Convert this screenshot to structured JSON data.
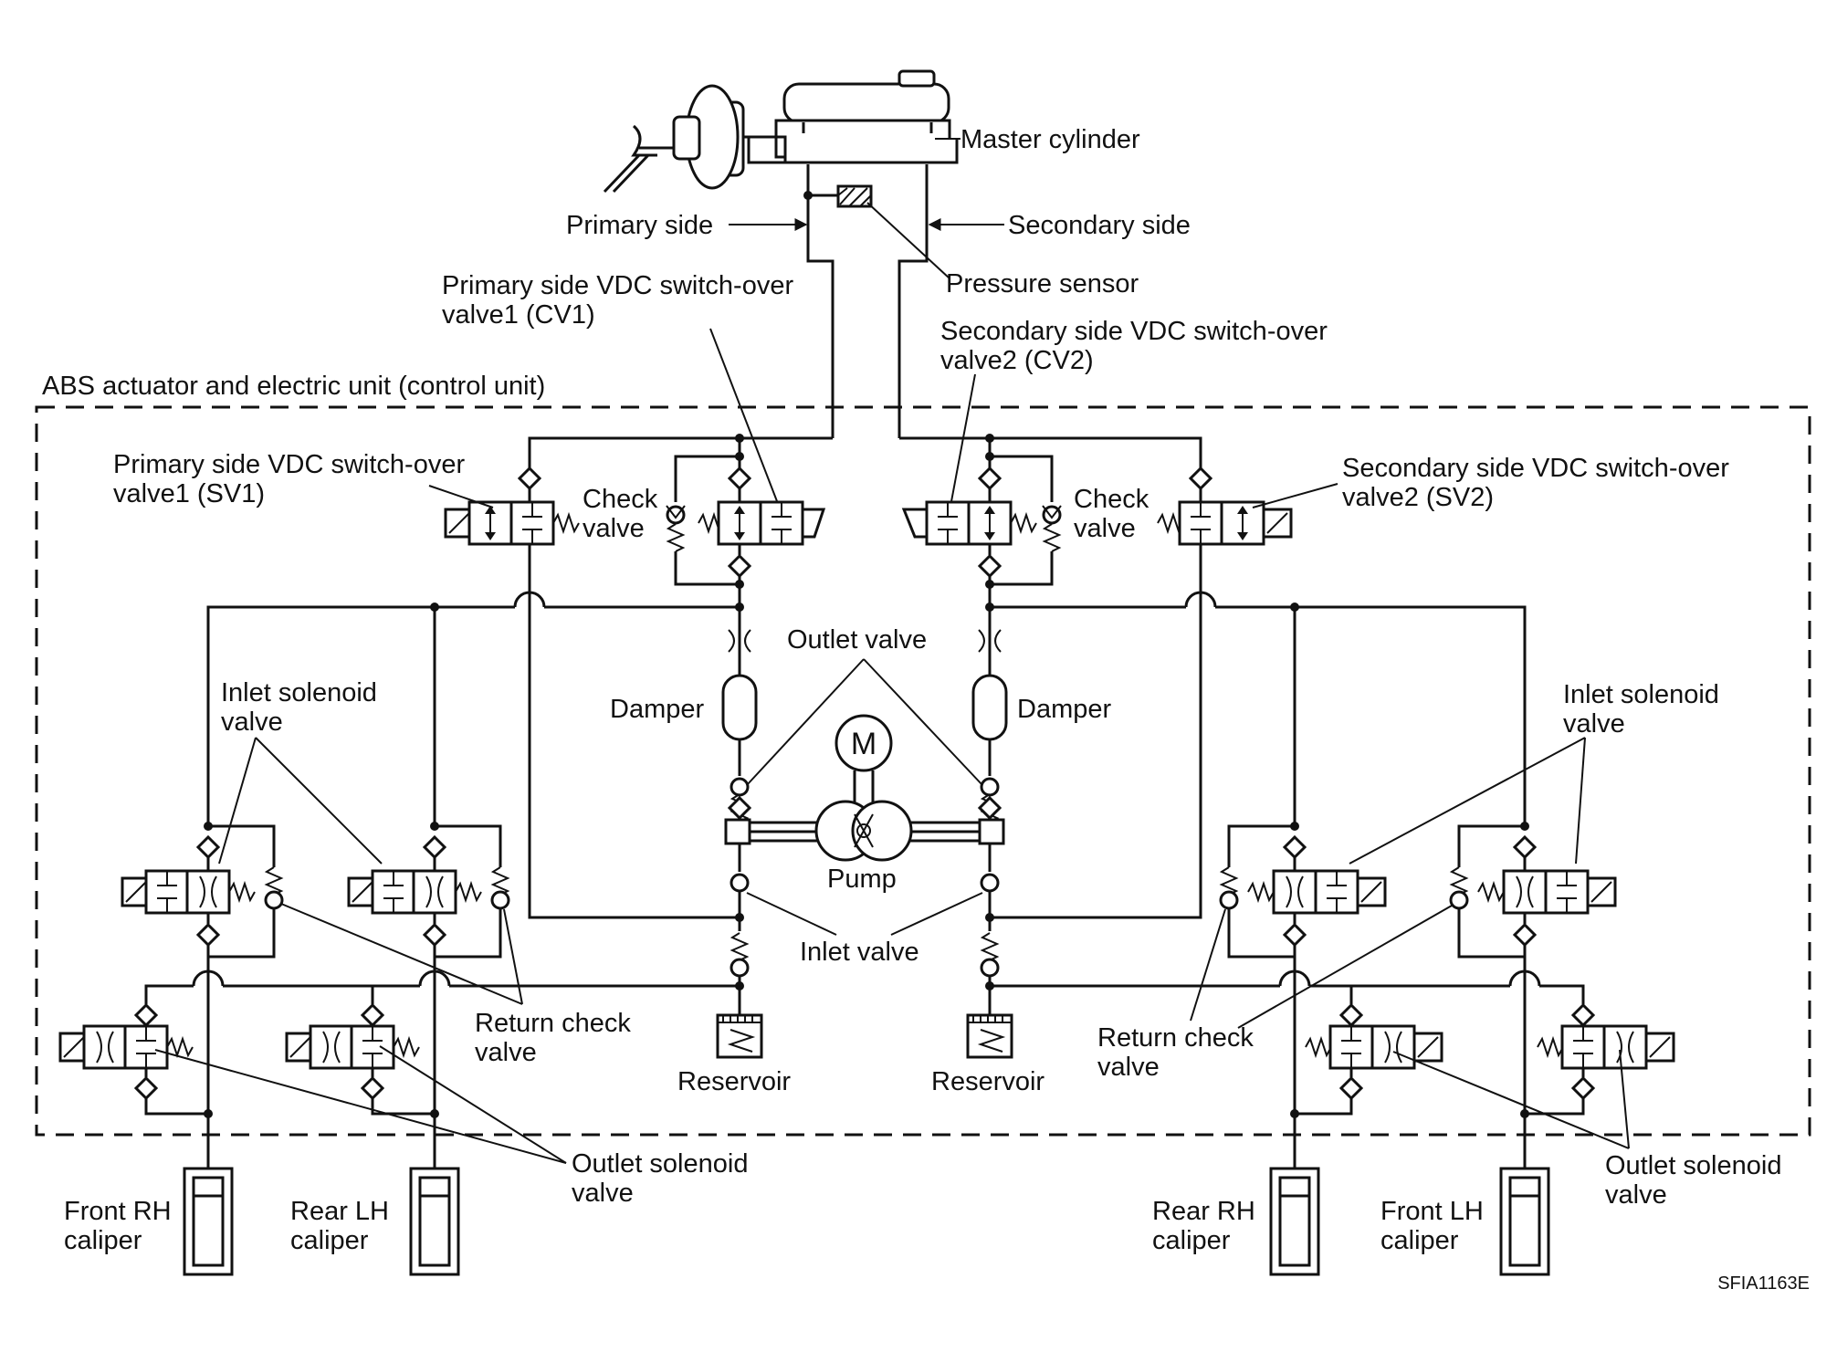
{
  "labels": {
    "master_cylinder": "Master cylinder",
    "primary_side": "Primary side",
    "secondary_side": "Secondary side",
    "pressure_sensor": "Pressure sensor",
    "cv1_line1": "Primary side VDC switch-over",
    "cv1_line2": "valve1 (CV1)",
    "cv2_line1": "Secondary side VDC switch-over",
    "cv2_line2": "valve2 (CV2)",
    "abs_unit": "ABS actuator and electric unit (control unit)",
    "sv1_line1": "Primary side VDC switch-over",
    "sv1_line2": "valve1 (SV1)",
    "sv2_line1": "Secondary side VDC switch-over",
    "sv2_line2": "valve2 (SV2)",
    "check_valve_line1": "Check",
    "check_valve_line2": "valve",
    "outlet_valve": "Outlet valve",
    "damper": "Damper",
    "inlet_solenoid_line1": "Inlet solenoid",
    "inlet_solenoid_line2": "valve",
    "pump": "Pump",
    "motor_symbol": "M",
    "inlet_valve": "Inlet valve",
    "return_check_line1": "Return check",
    "return_check_line2": "valve",
    "reservoir": "Reservoir",
    "outlet_solenoid_line1": "Outlet solenoid",
    "outlet_solenoid_line2": "valve",
    "front_rh_line1": "Front RH",
    "rear_lh_line1": "Rear LH",
    "rear_rh_line1": "Rear RH",
    "front_lh_line1": "Front LH",
    "caliper": "caliper",
    "figure_code": "SFIA1163E"
  }
}
